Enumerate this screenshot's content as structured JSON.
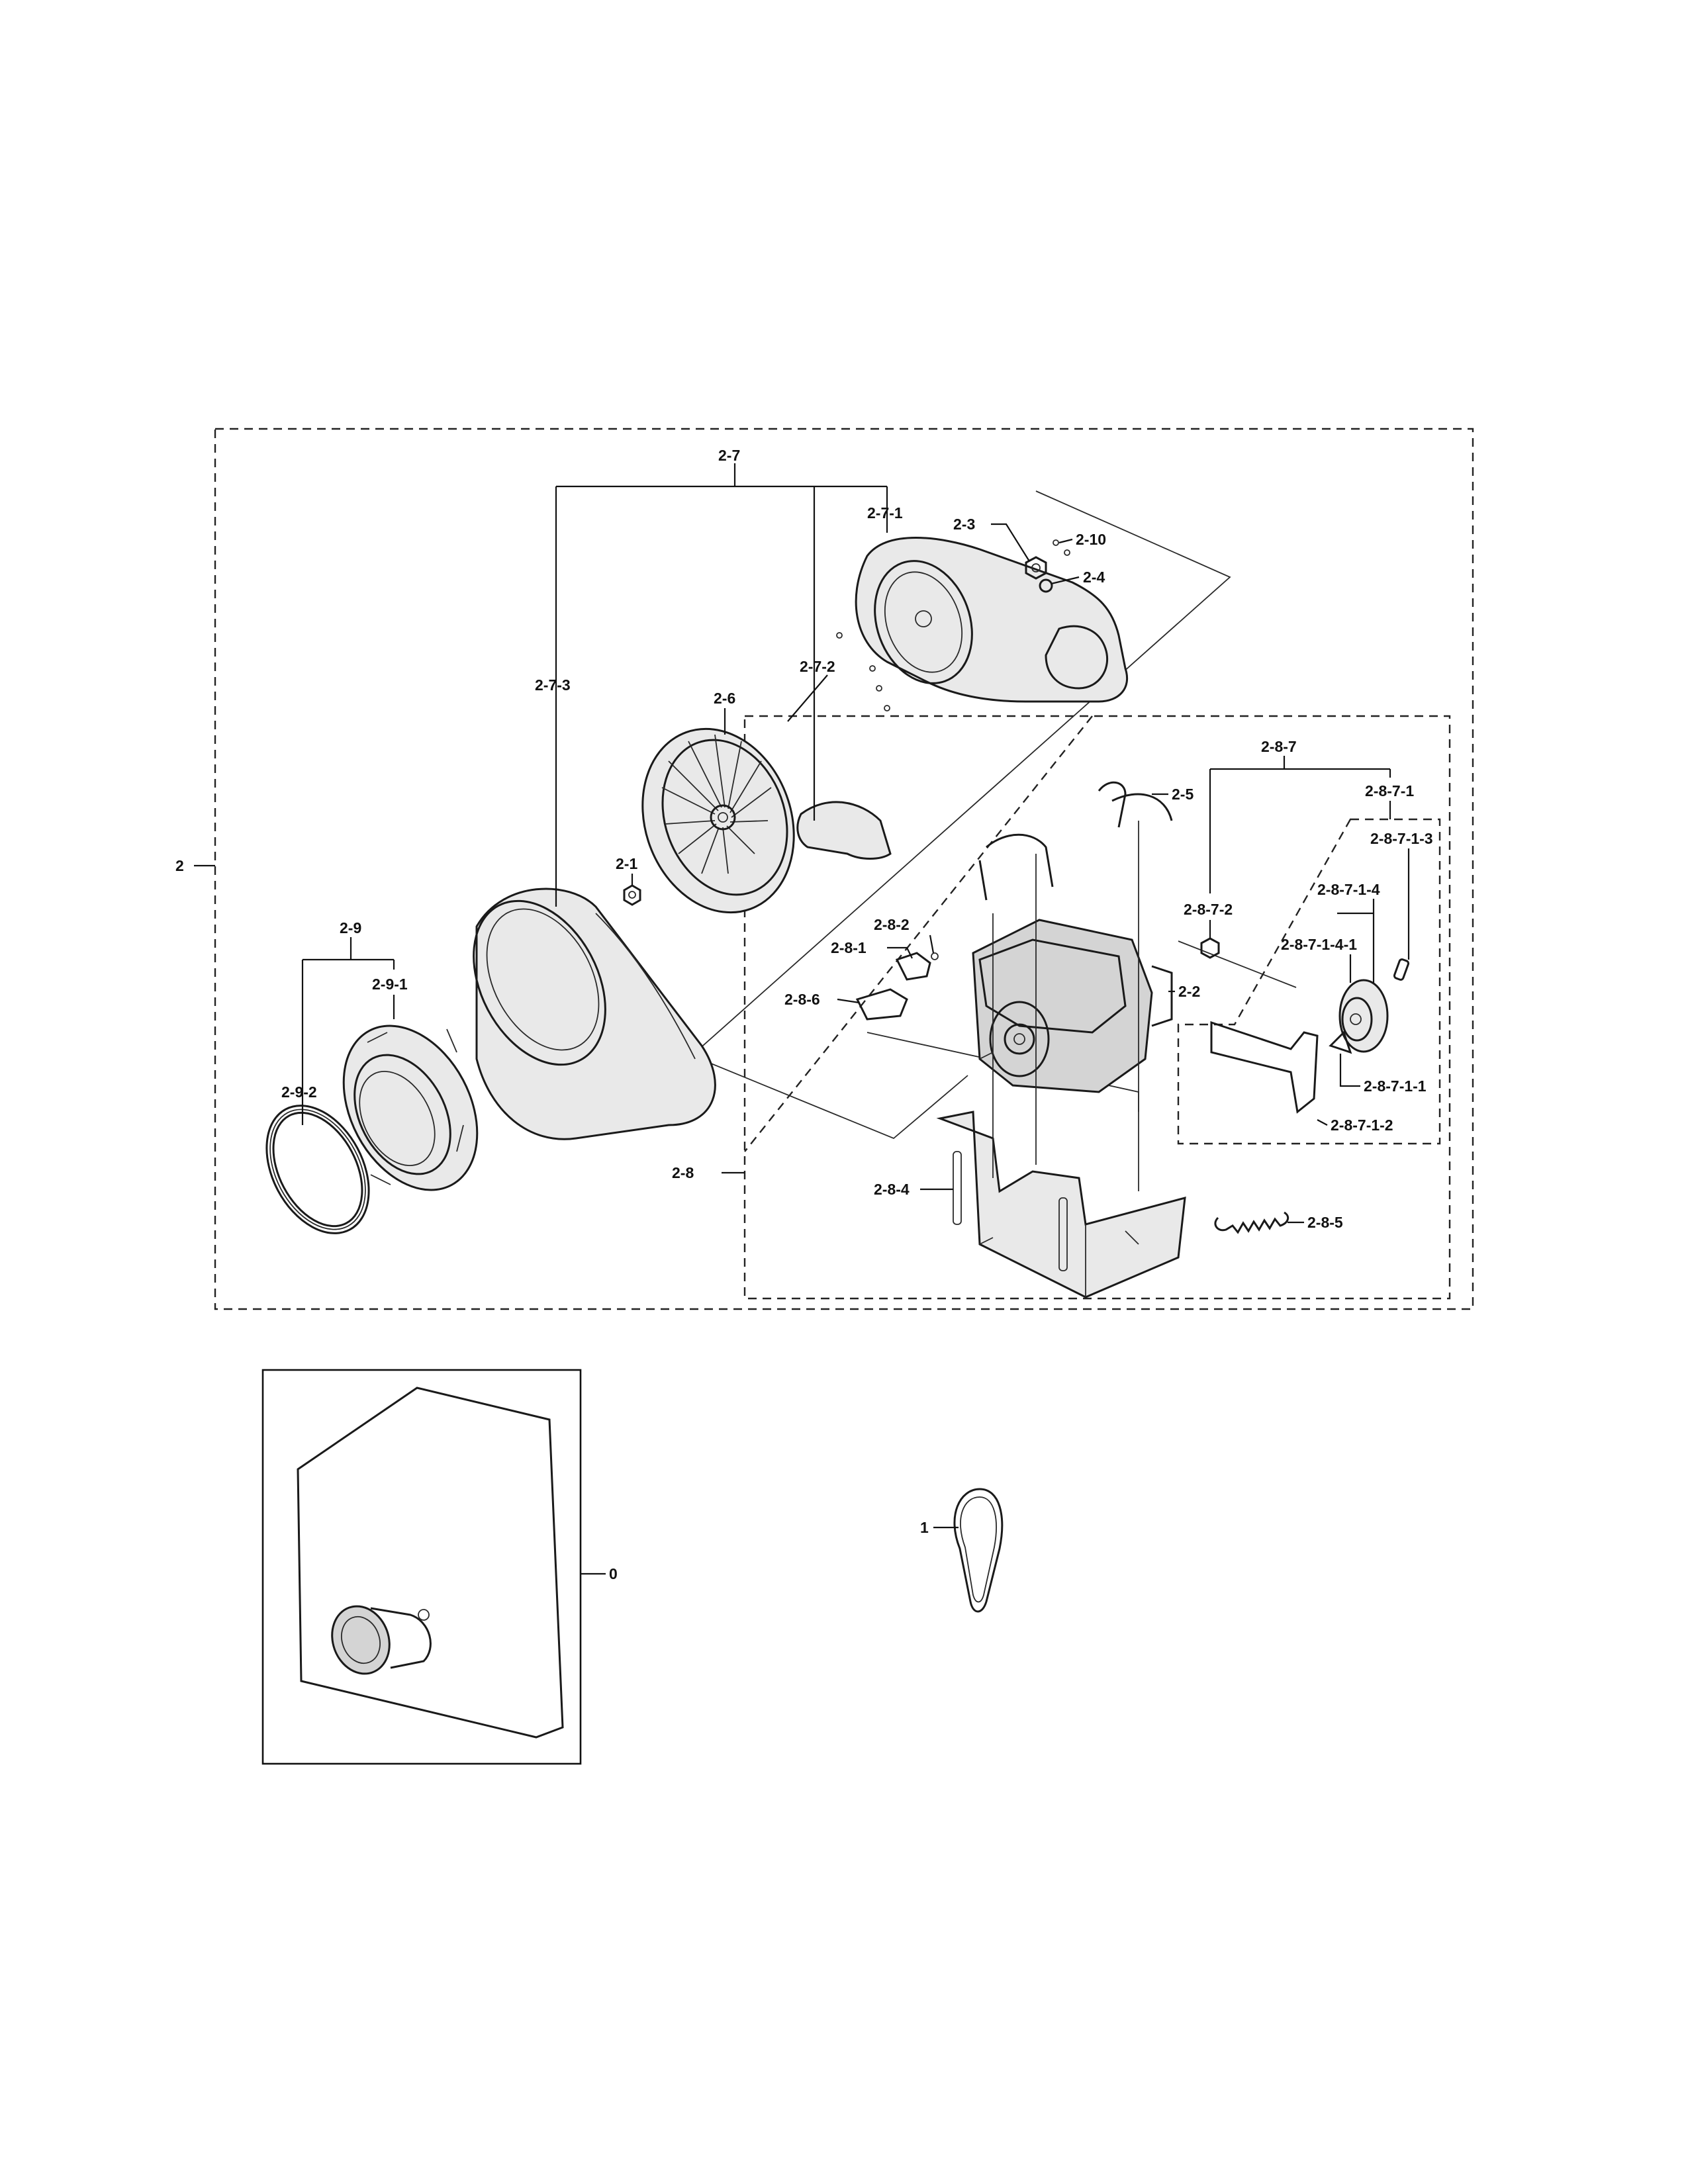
{
  "labels": {
    "assembly_2": "2",
    "assembly_0": "0",
    "belt_1": "1",
    "p2_1": "2-1",
    "p2_2": "2-2",
    "p2_3": "2-3",
    "p2_4": "2-4",
    "p2_5": "2-5",
    "p2_6": "2-6",
    "p2_7": "2-7",
    "p2_7_1": "2-7-1",
    "p2_7_2": "2-7-2",
    "p2_7_3": "2-7-3",
    "p2_8": "2-8",
    "p2_8_1": "2-8-1",
    "p2_8_2": "2-8-2",
    "p2_8_4": "2-8-4",
    "p2_8_5": "2-8-5",
    "p2_8_6": "2-8-6",
    "p2_8_7": "2-8-7",
    "p2_8_7_1": "2-8-7-1",
    "p2_8_7_1_1": "2-8-7-1-1",
    "p2_8_7_1_2": "2-8-7-1-2",
    "p2_8_7_1_3": "2-8-7-1-3",
    "p2_8_7_1_4": "2-8-7-1-4",
    "p2_8_7_1_4_1": "2-8-7-1-4-1",
    "p2_8_7_2": "2-8-7-2",
    "p2_9": "2-9",
    "p2_9_1": "2-9-1",
    "p2_9_2": "2-9-2",
    "p2_10": "2-10"
  }
}
